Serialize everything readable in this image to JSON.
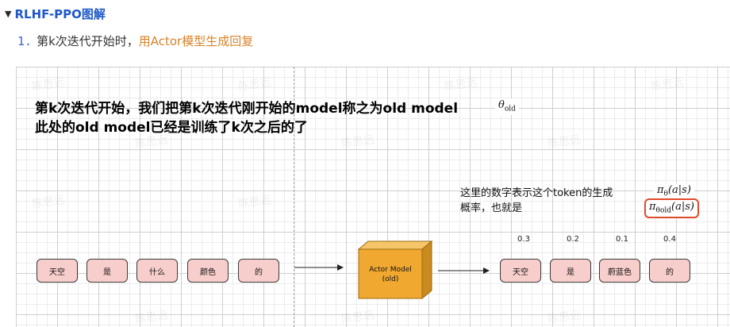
{
  "heading": {
    "title": "RLHF-PPO图解"
  },
  "step": {
    "number": "1.",
    "text": "第k次迭代开始时，",
    "highlight": "用Actor模型生成回复"
  },
  "figure": {
    "line1": "第k次迭代开始，我们把第k次迭代刚开始的model称之为old model",
    "line2": "此处的old model已经是训练了k次之后的了",
    "theta_symbol": "θ",
    "theta_sub": "old",
    "note_line1": "这里的数字表示这个token的生成",
    "note_line2": "概率，也就是",
    "pi_symbol": "π",
    "pi_sub1": "θ",
    "pi_sub2": "θold",
    "pi_args": "(a|s)",
    "input_tokens": [
      "天空",
      "是",
      "什么",
      "颜色",
      "的"
    ],
    "model_label_line1": "Actor Model",
    "model_label_line2": "(old)",
    "output_tokens": [
      "天空",
      "是",
      "蔚蓝色",
      "的"
    ],
    "probs": [
      "0.3",
      "0.2",
      "0.1",
      "0.4"
    ],
    "watermark": "陈思远",
    "colors": {
      "token_fill": "#f8cecc",
      "cube_fill": "#f0a830",
      "heading_blue": "#1f58c7",
      "highlight_orange": "#d9822b",
      "pi_box_border": "#e04a2a"
    }
  }
}
